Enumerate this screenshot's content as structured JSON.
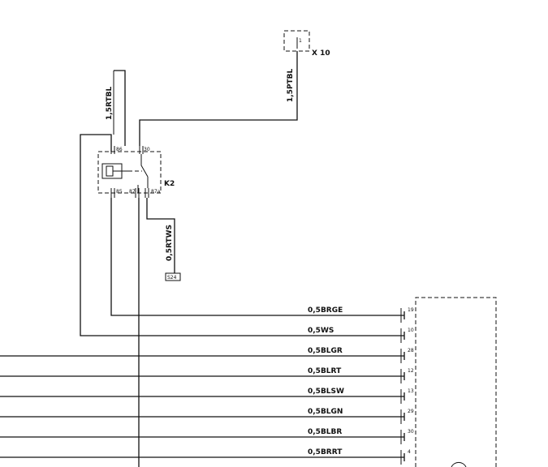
{
  "relay": {
    "label": "K2",
    "pins": {
      "p86": "86",
      "p30": "30",
      "p85": "85",
      "p87": "87",
      "p87a": "87a"
    }
  },
  "connector_x10": {
    "label": "X 10",
    "pin": "1"
  },
  "vertical_wires": {
    "left": "1,5RTBL",
    "right": "1,5PTBL",
    "relay_out": "0,5RTWS"
  },
  "terminal_box": "S24",
  "harness": [
    {
      "wire": "0,5BRGE",
      "pin": "19"
    },
    {
      "wire": "0,5WS",
      "pin": "10"
    },
    {
      "wire": "0,5BLGR",
      "pin": "28"
    },
    {
      "wire": "0,5BLRT",
      "pin": "12"
    },
    {
      "wire": "0,5BLSW",
      "pin": "13"
    },
    {
      "wire": "0,5BLGN",
      "pin": "29"
    },
    {
      "wire": "0,5BLBR",
      "pin": "30"
    },
    {
      "wire": "0,5BRRT",
      "pin": "4"
    }
  ]
}
